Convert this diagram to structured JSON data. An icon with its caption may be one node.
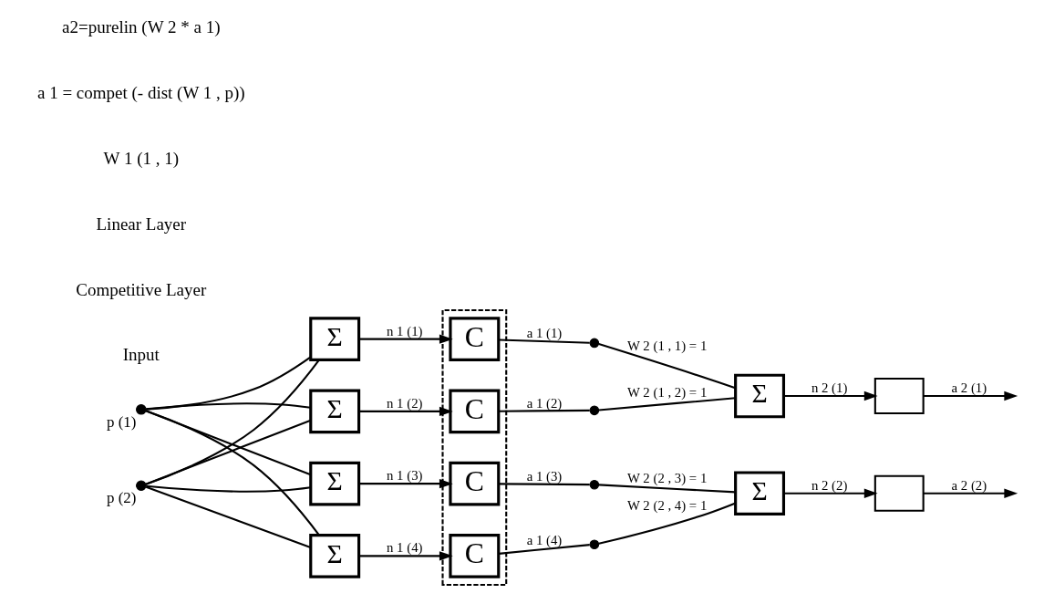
{
  "diagram": {
    "nodes": [
      {
        "text": [
          "p (1)"
        ]
      },
      {
        "text": [
          "p (2)"
        ]
      },
      {
        "text": [
          "Σ"
        ]
      },
      {
        "text": [
          "Σ"
        ]
      },
      {
        "text": [
          "Σ"
        ]
      },
      {
        "text": [
          "Σ"
        ]
      },
      {
        "text": [],
        "shape": "box"
      },
      {
        "text": [
          "C"
        ],
        "in": 6
      },
      {
        "text": [
          "C"
        ],
        "in": 6
      },
      {
        "text": [
          "C"
        ],
        "in": 6
      },
      {
        "text": [
          "C"
        ],
        "in": 6
      },
      {
        "text": [],
        "shape": "circle"
      },
      {
        "text": [],
        "shape": "circle"
      },
      {
        "text": [],
        "shape": "circle"
      },
      {
        "text": [],
        "shape": "circle"
      },
      {
        "text": [
          "Σ"
        ]
      },
      {
        "text": [
          "Σ"
        ]
      },
      {
        "text": [],
        "shape": "box"
      },
      {
        "text": [],
        "shape": "box"
      }
    ],
    "edges": [
      {
        "from": 0,
        "to": 2,
        "arrow": "none"
      },
      {
        "from": 0,
        "to": 3,
        "arrow": "none"
      },
      {
        "from": 0,
        "to": 4,
        "arrow": "none"
      },
      {
        "from": 0,
        "to": 5,
        "arrow": "none"
      },
      {
        "from": 1,
        "to": 2,
        "arrow": "none"
      },
      {
        "from": 1,
        "to": 3,
        "arrow": "none"
      },
      {
        "from": 1,
        "to": 4,
        "arrow": "none"
      },
      {
        "from": 1,
        "to": 5,
        "arrow": "none"
      },
      {
        "from": 2,
        "to": 7,
        "arrow": "to",
        "label": "n 1 (1)"
      },
      {
        "from": 3,
        "to": 8,
        "arrow": "to",
        "label": "n 1 (2)"
      },
      {
        "from": 4,
        "to": 9,
        "arrow": "to",
        "label": "n 1 (3)"
      },
      {
        "from": 5,
        "to": 10,
        "arrow": "to",
        "label": "n 1 (4)"
      },
      {
        "from": 7,
        "to": 11,
        "arrow": "none",
        "label": "a 1 (1)"
      },
      {
        "from": 8,
        "to": 12,
        "arrow": "none",
        "label": "a 1 (2)"
      },
      {
        "from": 9,
        "to": 13,
        "arrow": "none",
        "label": "a 1 (3)"
      },
      {
        "from": 10,
        "to": 14,
        "arrow": "none",
        "label": "a 1 (4)"
      },
      {
        "from": 11,
        "to": 15,
        "arrow": "none",
        "label": "W 2 (1 , 1) = 1"
      },
      {
        "from": 12,
        "to": 15,
        "arrow": "none",
        "label": "W 2 (1 , 2) = 1"
      },
      {
        "from": 13,
        "to": 16,
        "arrow": "none",
        "label": "W 2 (2 , 3) = 1"
      },
      {
        "from": 14,
        "to": 16,
        "arrow": "none",
        "label": "W 2 (2 , 4) = 1"
      },
      {
        "from": 15,
        "to": 17,
        "arrow": "to",
        "label": "n 2 (1)"
      },
      {
        "from": 17,
        "to": null,
        "arrow": "to",
        "label": "a 2 (1)"
      },
      {
        "from": 16,
        "to": 18,
        "arrow": "to",
        "label": "n 2 (2)"
      },
      {
        "from": 18,
        "to": null,
        "arrow": "to",
        "label": "a 2 (2)"
      }
    ],
    "labels": [
      "Input",
      "Competitive Layer",
      "Linear Layer",
      "W 1 (1 , 1)",
      "a 1 = compet (- dist (W 1 , p))",
      "a2=purelin (W 2 * a 1)"
    ]
  }
}
